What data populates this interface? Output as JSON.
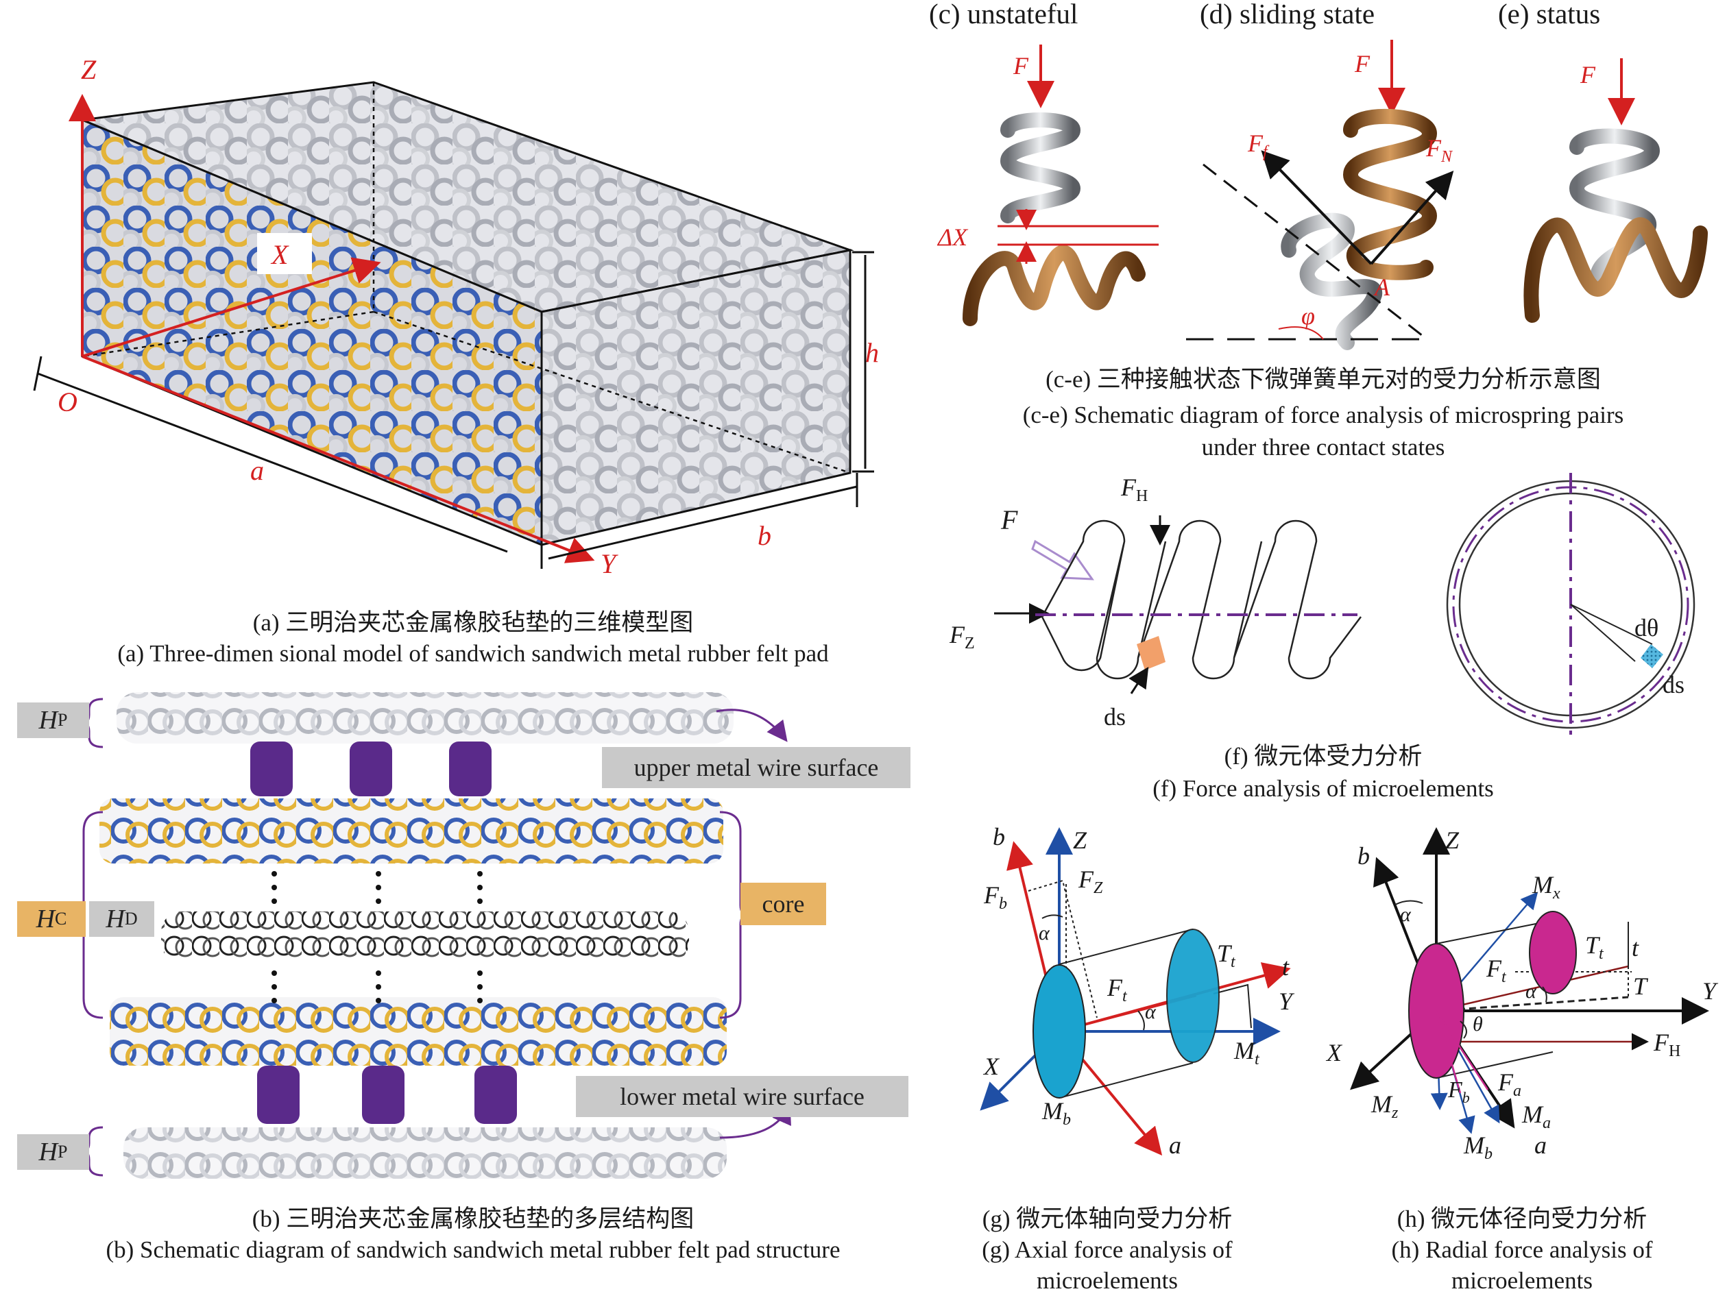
{
  "colors": {
    "axis_red": "#d42020",
    "axis_blue": "#1f4fa5",
    "blue_wire": "#3a5fb5",
    "gold_wire": "#e4b43a",
    "silver_wire": "#c7c9d0",
    "copper": "#8a5522",
    "purple": "#6a2c8e",
    "gray_tag": "#c9c9c9",
    "gold_tag": "#e8b465",
    "cyan": "#1aa3cf",
    "magenta": "#c9288f",
    "orange": "#f2a06a"
  },
  "panel_a": {
    "labels": {
      "z": "Z",
      "x": "X",
      "y": "Y",
      "o": "O",
      "a": "a",
      "b": "b",
      "h": "h"
    },
    "caption_cn": "(a) 三明治夹芯金属橡胶毡垫的三维模型图",
    "caption_en": "(a) Three-dimen sional model of sandwich sandwich metal rubber felt pad"
  },
  "panel_b": {
    "hp_top": "H",
    "hp_top_sub": "P",
    "hc": "H",
    "hc_sub": "C",
    "hd": "H",
    "hd_sub": "D",
    "hp_bottom": "H",
    "hp_bottom_sub": "P",
    "upper_label": "upper metal wire surface",
    "core_label": "core",
    "lower_label": "lower  metal wire surface",
    "caption_cn": "(b) 三明治夹芯金属橡胶毡垫的多层结构图",
    "caption_en": "(b) Schematic diagram of sandwich sandwich metal rubber felt pad structure"
  },
  "panel_ce": {
    "title_c": "(c) unstateful",
    "title_d": "(d) sliding state",
    "title_e": "(e) status",
    "f_c": "F",
    "dx": "ΔX",
    "f_d": "F",
    "ff": "F",
    "ff_sub": "f",
    "fn": "F",
    "fn_sub": "N",
    "a_pt": "A",
    "phi": "φ",
    "f_e": "F",
    "caption_cn": "(c-e) 三种接触状态下微弹簧单元对的受力分析示意图",
    "caption_en_1": "(c-e) Schematic diagram of force analysis of microspring pairs",
    "caption_en_2": "under three contact states"
  },
  "panel_f": {
    "fh": "F",
    "fh_sub": "H",
    "f": "F",
    "fz": "F",
    "fz_sub": "Z",
    "ds_left": "ds",
    "dtheta": "dθ",
    "ds_right": "ds",
    "caption_cn": "(f) 微元体受力分析",
    "caption_en": "(f) Force analysis of microelements"
  },
  "panel_g": {
    "b": "b",
    "z": "Z",
    "fz": "F",
    "fz_sub": "Z",
    "fb": "F",
    "fb_sub": "b",
    "alpha1": "α",
    "ft": "F",
    "ft_sub": "t",
    "alpha2": "α",
    "tt": "T",
    "tt_sub": "t",
    "t": "t",
    "y": "Y",
    "mt": "M",
    "mt_sub": "t",
    "x": "X",
    "mb": "M",
    "mb_sub": "b",
    "a": "a",
    "caption_cn": "(g) 微元体轴向受力分析",
    "caption_en_1": "(g) Axial force analysis of",
    "caption_en_2": "microelements"
  },
  "panel_h": {
    "b": "b",
    "z": "Z",
    "alpha1": "α",
    "mx": "M",
    "mx_sub": "x",
    "tt": "T",
    "tt_sub": "t",
    "t": "t",
    "ft": "F",
    "ft_sub": "t",
    "alpha2": "α",
    "T": "T",
    "y": "Y",
    "theta": "θ",
    "fh": "F",
    "fh_sub": "H",
    "x": "X",
    "mz": "M",
    "mz_sub": "z",
    "fb": "F",
    "fb_sub": "b",
    "fa": "F",
    "fa_sub": "a",
    "ma": "M",
    "ma_sub": "a",
    "mb": "M",
    "mb_sub": "b",
    "a": "a",
    "caption_cn": "(h) 微元体径向受力分析",
    "caption_en_1": "(h) Radial force analysis of",
    "caption_en_2": "microelements"
  }
}
